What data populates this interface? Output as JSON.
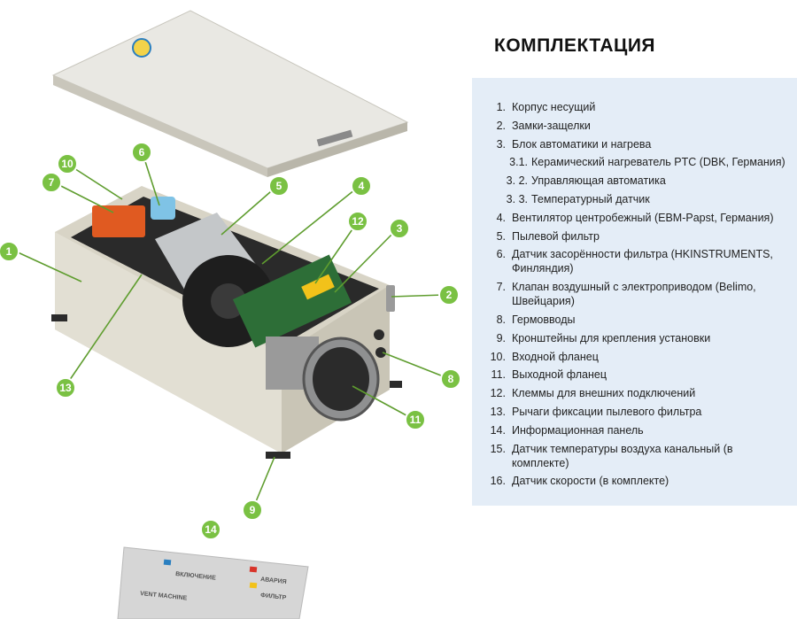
{
  "title": "КОМПЛЕКТАЦИЯ",
  "spec_list": [
    {
      "num": "1.",
      "text": "Корпус несущий",
      "sub": false
    },
    {
      "num": "2.",
      "text": "Замки-защелки",
      "sub": false
    },
    {
      "num": "3.",
      "text": "Блок автоматики и нагрева",
      "sub": false
    },
    {
      "num": "3.1.",
      "text": "Керамический нагреватель PTC (DBK, Германия)",
      "sub": true
    },
    {
      "num": "3. 2.",
      "text": "Управляющая автоматика",
      "sub": true
    },
    {
      "num": "3. 3.",
      "text": "Температурный датчик",
      "sub": true
    },
    {
      "num": "4.",
      "text": "Вентилятор центробежный (EBM-Papst, Германия)",
      "sub": false
    },
    {
      "num": "5.",
      "text": "Пылевой фильтр",
      "sub": false
    },
    {
      "num": "6.",
      "text": "Датчик засорённости фильтра (HKINSTRUMENTS, Финляндия)",
      "sub": false
    },
    {
      "num": "7.",
      "text": "Клапан воздушный с электроприводом (Belimo, Швейцария)",
      "sub": false
    },
    {
      "num": "8.",
      "text": "Гермовводы",
      "sub": false
    },
    {
      "num": "9.",
      "text": "Кронштейны для крепления установки",
      "sub": false
    },
    {
      "num": "10.",
      "text": "Входной фланец",
      "sub": false
    },
    {
      "num": "11.",
      "text": "Выходной фланец",
      "sub": false
    },
    {
      "num": "12.",
      "text": "Клеммы для внешних подключений",
      "sub": false
    },
    {
      "num": "13.",
      "text": "Рычаги фиксации пылевого фильтра",
      "sub": false
    },
    {
      "num": "14.",
      "text": "Информационная панель",
      "sub": false
    },
    {
      "num": "15.",
      "text": "Датчик температуры воздуха канальный (в комплекте)",
      "sub": false
    },
    {
      "num": "16.",
      "text": "Датчик скорости (в комплекте)",
      "sub": false
    }
  ],
  "callouts": [
    "1",
    "2",
    "3",
    "4",
    "5",
    "6",
    "7",
    "8",
    "9",
    "10",
    "11",
    "12",
    "13",
    "14"
  ],
  "info_panel": {
    "label_power": "ВКЛЮЧЕНИЕ",
    "label_alarm": "АВАРИЯ",
    "label_filter": "ФИЛЬТР",
    "logo_text": "VENT MACHINE"
  },
  "colors": {
    "callout_green": "#7ac143",
    "panel_blue": "#e4edf7",
    "housing": "#d8d4c6"
  }
}
